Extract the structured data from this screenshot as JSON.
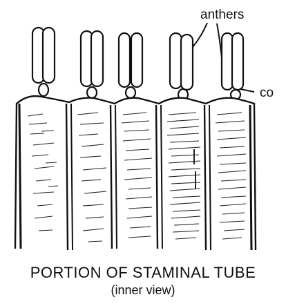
{
  "labels": {
    "anthers": "anthers",
    "connective": "co"
  },
  "caption": {
    "title": "PORTION OF STAMINAL TUBE",
    "subtitle": "(inner view)"
  },
  "colors": {
    "ink": "#111111",
    "paper": "#ffffff"
  }
}
